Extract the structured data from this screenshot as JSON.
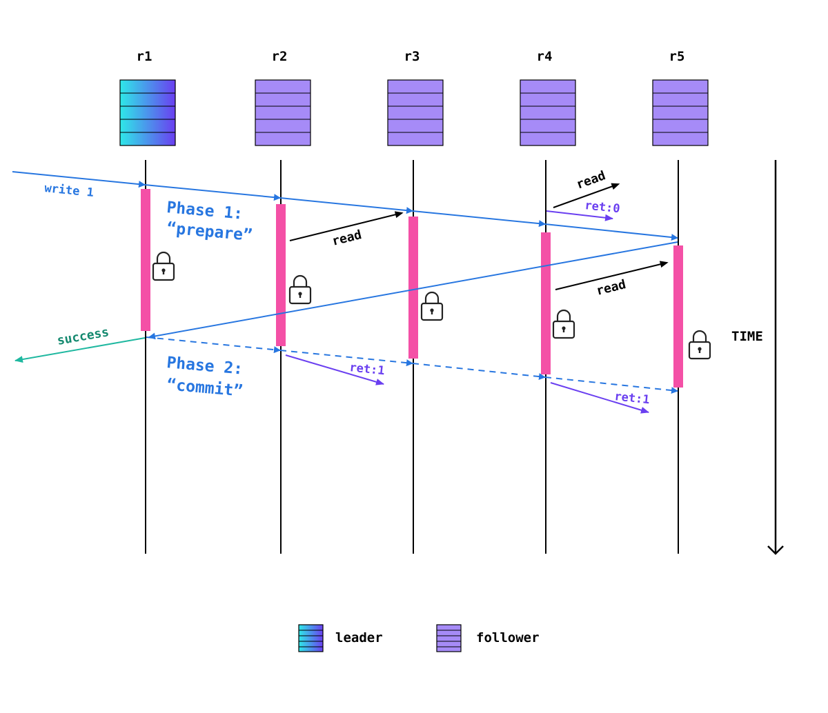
{
  "replicas": [
    {
      "id": "r1",
      "role": "leader"
    },
    {
      "id": "r2",
      "role": "follower"
    },
    {
      "id": "r3",
      "role": "follower"
    },
    {
      "id": "r4",
      "role": "follower"
    },
    {
      "id": "r5",
      "role": "follower"
    }
  ],
  "labels": {
    "write": "write 1",
    "phase1_line1": "Phase 1:",
    "phase1_line2": "“prepare”",
    "phase2_line1": "Phase 2:",
    "phase2_line2": "“commit”",
    "success": "success",
    "read": "read",
    "ret0": "ret:0",
    "ret1": "ret:1",
    "time": "TIME"
  },
  "legend": {
    "leader": "leader",
    "follower": "follower"
  },
  "colors": {
    "message": "#2776e0",
    "lock_bar": "#f450a6",
    "success": "#1fb8a0",
    "success_text": "#14896f",
    "ret": "#6a3ff0",
    "follower_fill": "#a68bf7",
    "leader_grad_start": "#2ee8e8",
    "leader_grad_end": "#6a3ff0"
  }
}
